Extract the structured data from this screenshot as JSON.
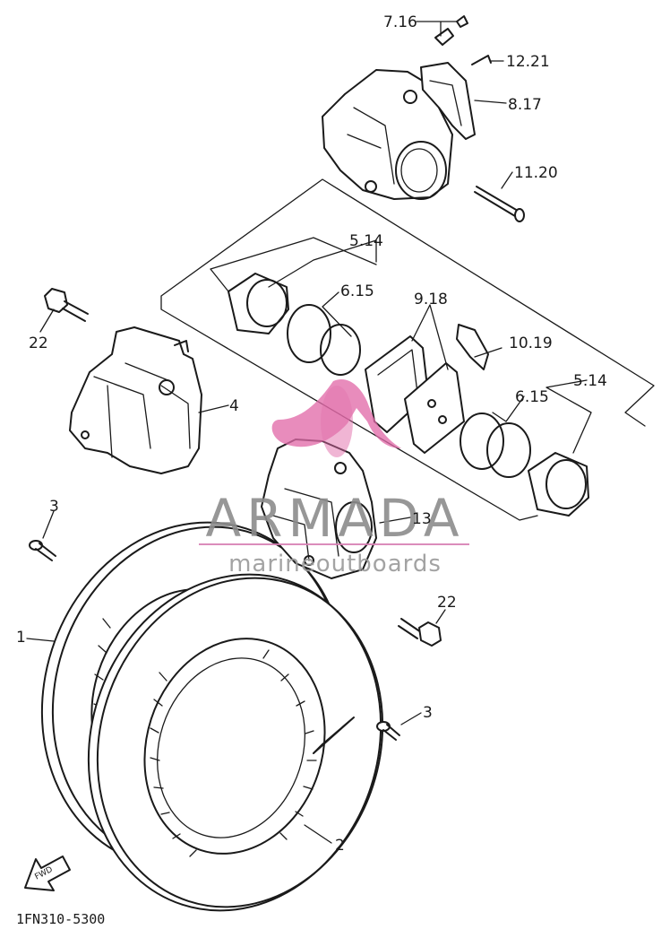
{
  "watermark": {
    "brand": "ARMADA",
    "tagline": "marineoutboards",
    "logo_color": "#e06aa8",
    "text_color": "#8c8c8c"
  },
  "callouts": {
    "c1": "1",
    "c2": "2",
    "c3a": "3",
    "c3b": "3",
    "c4": "4",
    "c5_14a": "5.14",
    "c5_14b": "5.14",
    "c6_15a": "6.15",
    "c6_15b": "6.15",
    "c7_16": "7.16",
    "c8_17": "8.17",
    "c9_18": "9.18",
    "c10_19": "10.19",
    "c11_20": "11.20",
    "c12_21": "12.21",
    "c13": "13",
    "c22a": "22",
    "c22b": "22"
  },
  "direction_badge": "FWD",
  "diagram_code": "1FN310-5300"
}
